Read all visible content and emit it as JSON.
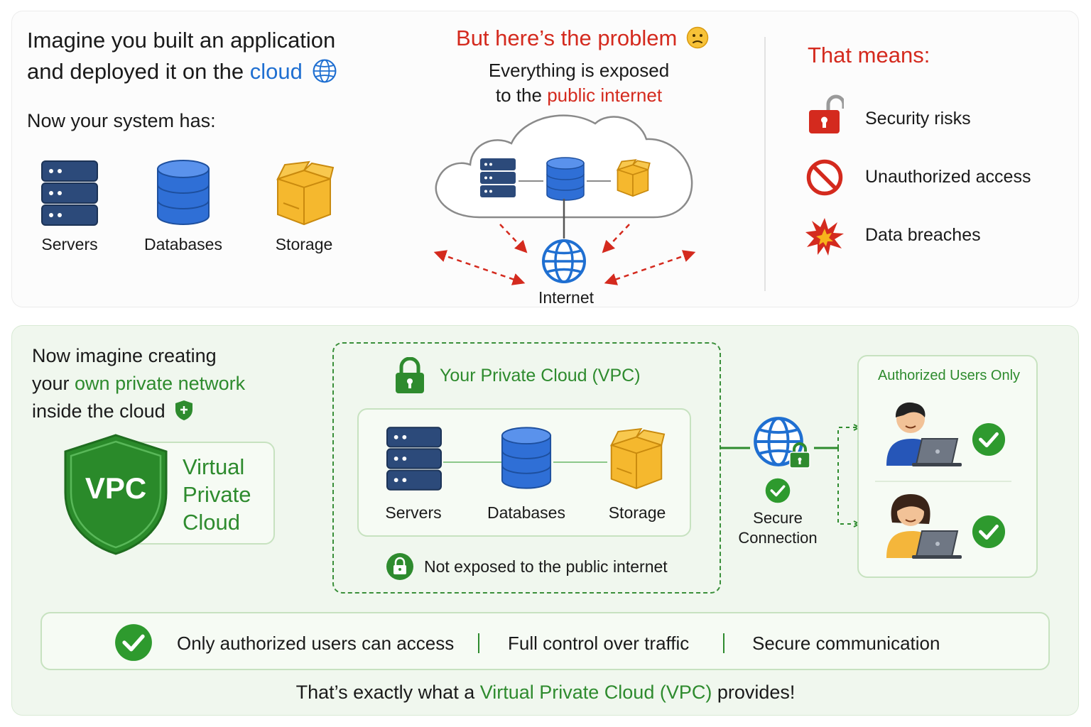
{
  "top": {
    "intro_line1": "Imagine you built an application",
    "intro_line2_prefix": "and deployed it on the ",
    "intro_line2_highlight": "cloud",
    "system_has": "Now your system has:",
    "components": [
      {
        "label": "Servers",
        "icon": "server-icon"
      },
      {
        "label": "Databases",
        "icon": "database-icon"
      },
      {
        "label": "Storage",
        "icon": "storage-box-icon"
      }
    ],
    "problem_title": "But here’s the problem",
    "exposed_line1": "Everything is exposed",
    "exposed_line2_prefix": "to the ",
    "exposed_line2_highlight": "public internet",
    "internet_label": "Internet",
    "means_title": "That means:",
    "risks": [
      {
        "label": "Security risks",
        "icon": "open-lock-icon"
      },
      {
        "label": "Unauthorized access",
        "icon": "prohibited-icon"
      },
      {
        "label": "Data breaches",
        "icon": "burst-icon"
      }
    ]
  },
  "bottom": {
    "intro_line1": "Now imagine creating",
    "intro_line2_prefix": "your ",
    "intro_line2_highlight": "own private network",
    "intro_line3": "inside the cloud",
    "shield_text": "VPC",
    "vpc_words": [
      "Virtual",
      "Private",
      "Cloud"
    ],
    "vpc_title": "Your Private Cloud (VPC)",
    "components": [
      {
        "label": "Servers",
        "icon": "server-icon"
      },
      {
        "label": "Databases",
        "icon": "database-icon"
      },
      {
        "label": "Storage",
        "icon": "storage-box-icon"
      }
    ],
    "not_exposed": "Not exposed to the public internet",
    "secure_line1": "Secure",
    "secure_line2": "Connection",
    "users_title": "Authorized Users Only",
    "footer_items": [
      "Only authorized users can access",
      "Full control over traffic",
      "Secure communication"
    ],
    "closing_prefix": "That’s exactly what a ",
    "closing_highlight": "Virtual Private Cloud (VPC)",
    "closing_suffix": " provides!"
  },
  "colors": {
    "accent_blue": "#1f6fd1",
    "alert_red": "#d42a1e",
    "brand_green": "#2e8b2e",
    "server_navy": "#2c4a7a",
    "storage_amber": "#f5b82e"
  }
}
